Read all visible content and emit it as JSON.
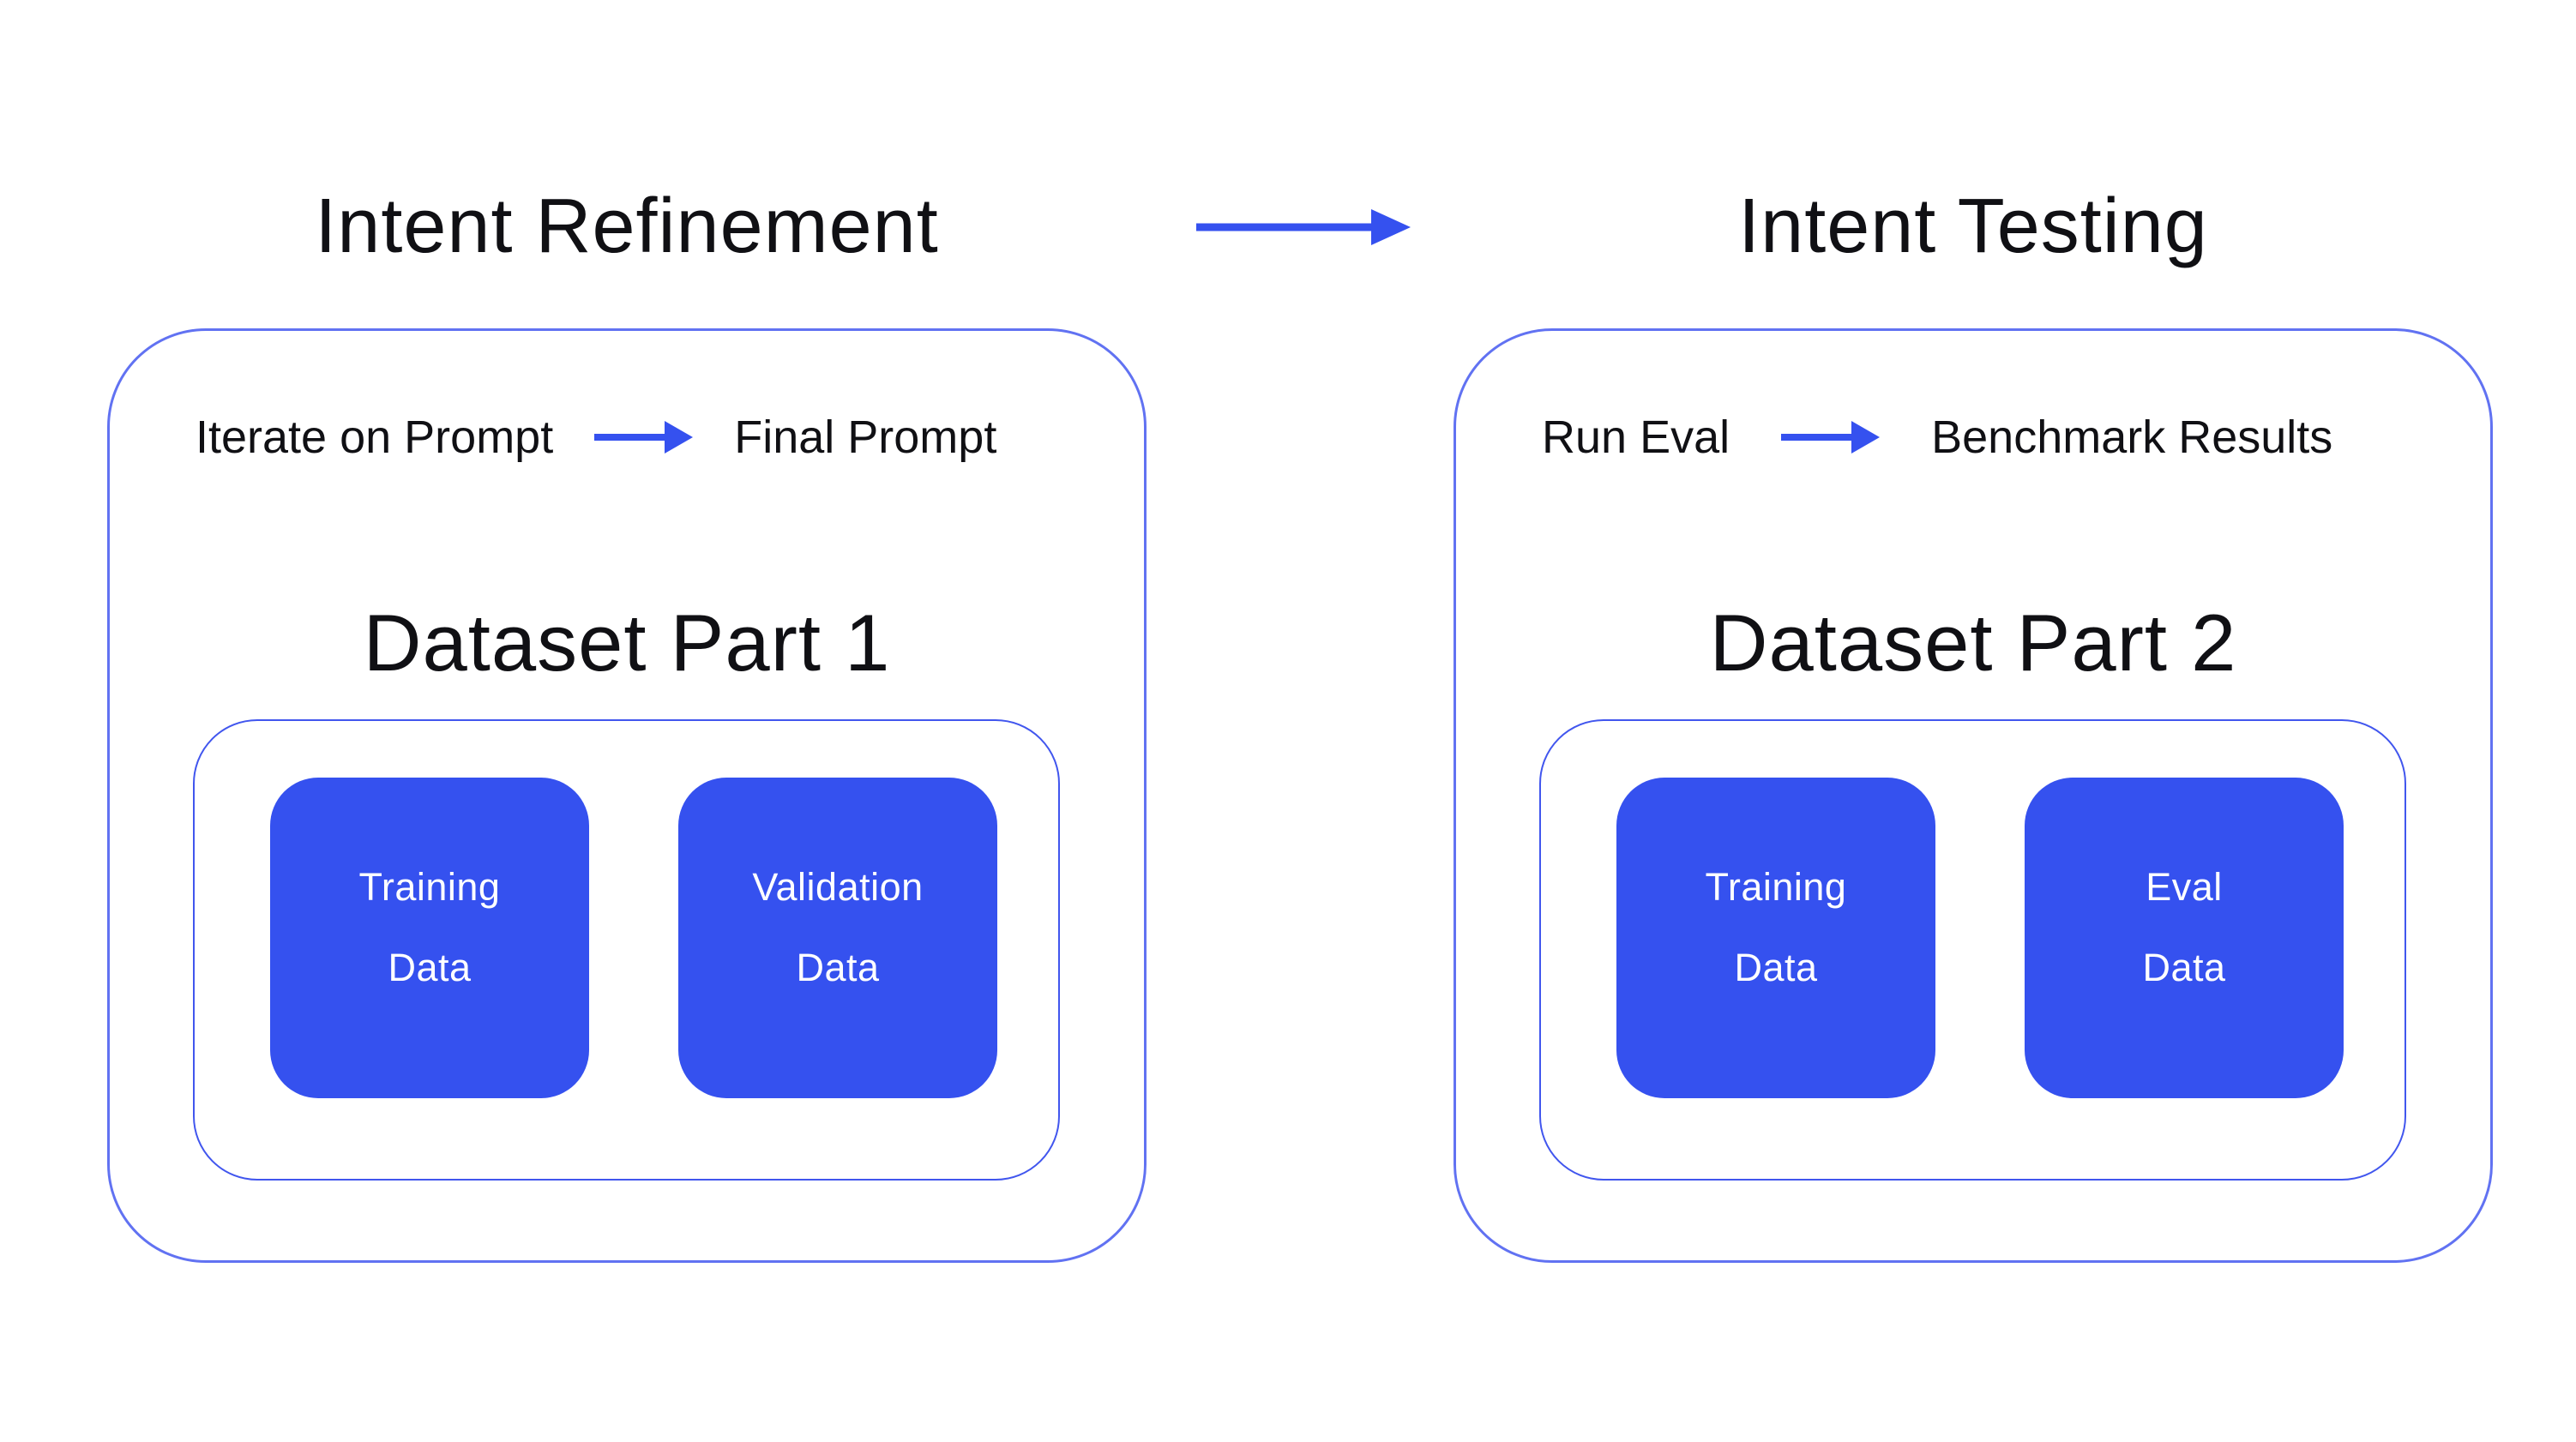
{
  "colors": {
    "accent": "#3551EF",
    "outer-border": "#6172F2",
    "inner-border": "#4156EE",
    "heading": "#101014",
    "box-text": "#FFFFFF",
    "background": "#FFFFFF"
  },
  "header": {
    "left_title": "Intent Refinement",
    "right_title": "Intent Testing"
  },
  "left_panel": {
    "process_from": "Iterate on Prompt",
    "process_to": "Final Prompt",
    "dataset_title": "Dataset Part 1",
    "boxes": [
      {
        "line1": "Training",
        "line2": "Data"
      },
      {
        "line1": "Validation",
        "line2": "Data"
      }
    ]
  },
  "right_panel": {
    "process_from": "Run Eval",
    "process_to": "Benchmark Results",
    "dataset_title": "Dataset Part 2",
    "boxes": [
      {
        "line1": "Training",
        "line2": "Data"
      },
      {
        "line1": "Eval",
        "line2": "Data"
      }
    ]
  }
}
